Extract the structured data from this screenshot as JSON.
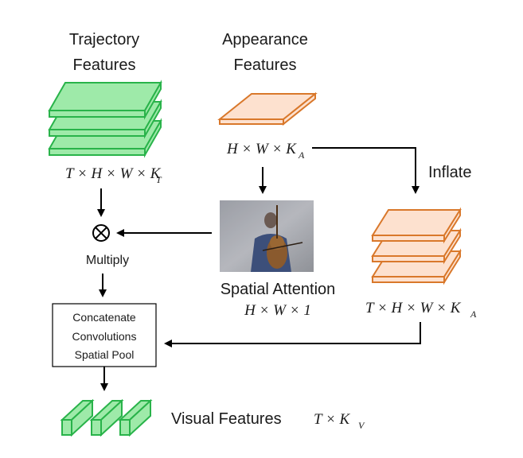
{
  "trajectory": {
    "title_line1": "Trajectory",
    "title_line2": "Features",
    "dim_main": "T × H × W × K",
    "dim_sub": "T"
  },
  "appearance": {
    "title_line1": "Appearance",
    "title_line2": "Features",
    "dim_main": "H × W × K",
    "dim_sub": "A"
  },
  "inflate": {
    "label": "Inflate",
    "dim_main": "T × H × W × K",
    "dim_sub": "A"
  },
  "attention": {
    "label": "Spatial Attention",
    "dim": "H × W × 1"
  },
  "multiply": {
    "label": "Multiply"
  },
  "process_box": {
    "line1": "Concatenate",
    "line2": "Convolutions",
    "line3": "Spatial Pool"
  },
  "visual": {
    "label": "Visual Features",
    "dim_main": "T × K",
    "dim_sub": "V"
  },
  "colors": {
    "green_fill": "#9eeaa9",
    "green_stroke": "#29b34a",
    "orange_fill": "#fde1cf",
    "orange_stroke": "#d9782b"
  }
}
